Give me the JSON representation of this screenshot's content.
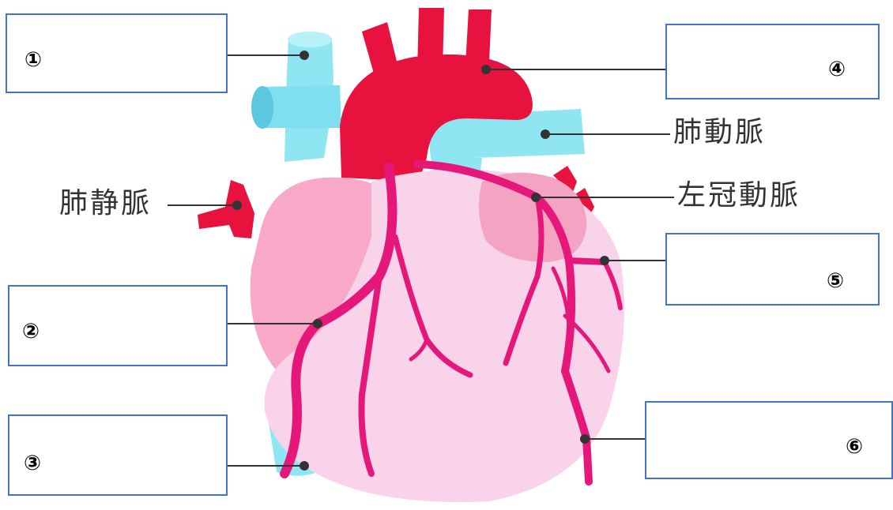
{
  "labels": {
    "pulmonary_artery": "肺動脈",
    "left_coronary_artery": "左冠動脈",
    "pulmonary_vein": "肺静脈"
  },
  "answer_boxes": [
    {
      "number": "①",
      "value": ""
    },
    {
      "number": "②",
      "value": ""
    },
    {
      "number": "③",
      "value": ""
    },
    {
      "number": "④",
      "value": ""
    },
    {
      "number": "⑤",
      "value": ""
    },
    {
      "number": "⑥",
      "value": ""
    }
  ],
  "colors": {
    "box_border": "#4472c4",
    "vein_blue": "#8fe6f2",
    "artery_red": "#e8123f",
    "atrium_pink": "#f7a9c7",
    "ventricle_pink": "#f9d3ea",
    "coronary_magenta": "#e6177a",
    "leader_line": "#333333"
  }
}
